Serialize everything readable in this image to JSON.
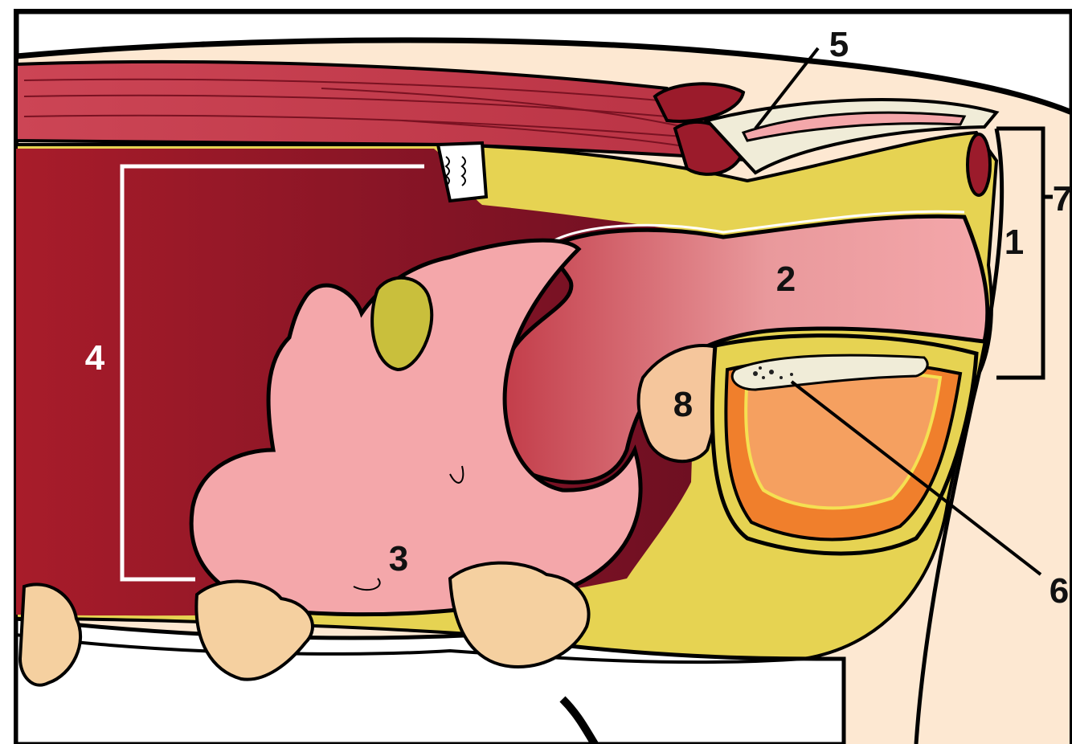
{
  "figure": {
    "colors": {
      "outline": "#000000",
      "skin": "#fde8d2",
      "fat_yellow": "#e6d352",
      "body_cavity": "#9b1b2b",
      "muscle": "#c94250",
      "intestine_pink": "#f4a7aa",
      "bladder_dark": "#c0414a",
      "bone": "#f0ecd8",
      "ovary": "#f5c69c",
      "uterus_orange": "#f58a3b",
      "bracket_white": "#ffffff"
    },
    "callouts": [
      {
        "id": "1",
        "text": "1",
        "tone": "dark"
      },
      {
        "id": "2",
        "text": "2",
        "tone": "dark"
      },
      {
        "id": "3",
        "text": "3",
        "tone": "dark"
      },
      {
        "id": "4",
        "text": "4",
        "tone": "light"
      },
      {
        "id": "5",
        "text": "5",
        "tone": "dark"
      },
      {
        "id": "6",
        "text": "6",
        "tone": "dark"
      },
      {
        "id": "7",
        "text": "7",
        "tone": "dark"
      },
      {
        "id": "8",
        "text": "8",
        "tone": "dark"
      }
    ]
  }
}
